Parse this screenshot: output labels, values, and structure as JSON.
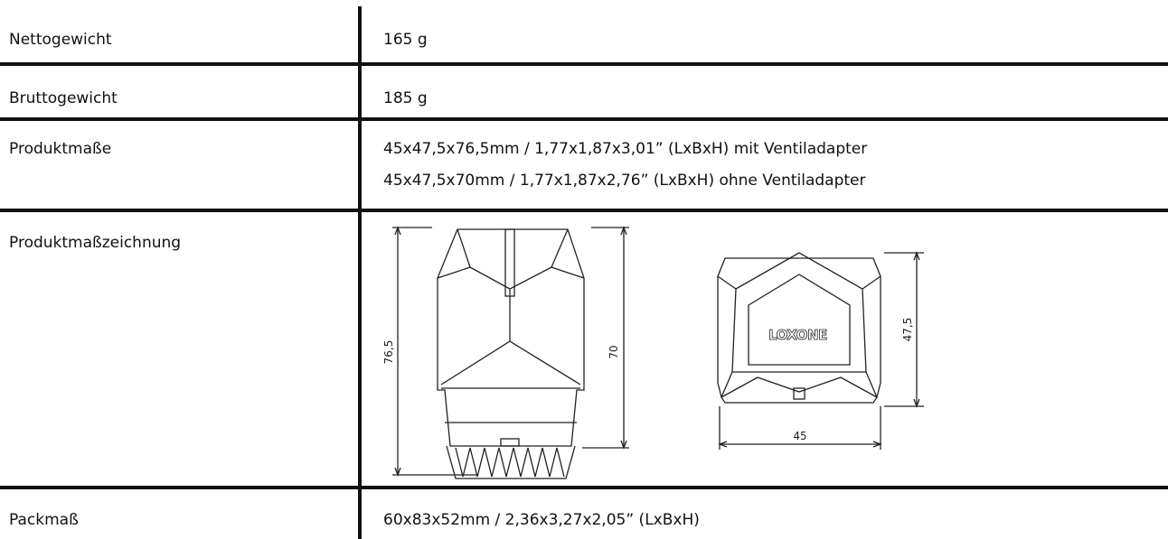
{
  "rows": [
    {
      "label": "Nettogewicht",
      "value": "165 g"
    },
    {
      "label": "Bruttogewicht",
      "value": "185 g"
    },
    {
      "label": "Produktmaße",
      "value_lines": [
        "45x47,5x76,5mm / 1,77x1,87x3,01” (LxBxH) mit Ventiladapter",
        "45x47,5x70mm / 1,77x1,87x2,76” (LxBxH) ohne Ventiladapter"
      ]
    },
    {
      "label": "Produktmaßzeichnung"
    },
    {
      "label": "Packmaß",
      "value": "60x83x52mm / 2,36x3,27x2,05” (LxBxH)"
    }
  ],
  "drawing": {
    "side_view": {
      "dim_total": "76,5",
      "dim_body": "70"
    },
    "front_view": {
      "brand": "LOXONE",
      "dim_height": "47,5",
      "dim_width": "45"
    }
  }
}
